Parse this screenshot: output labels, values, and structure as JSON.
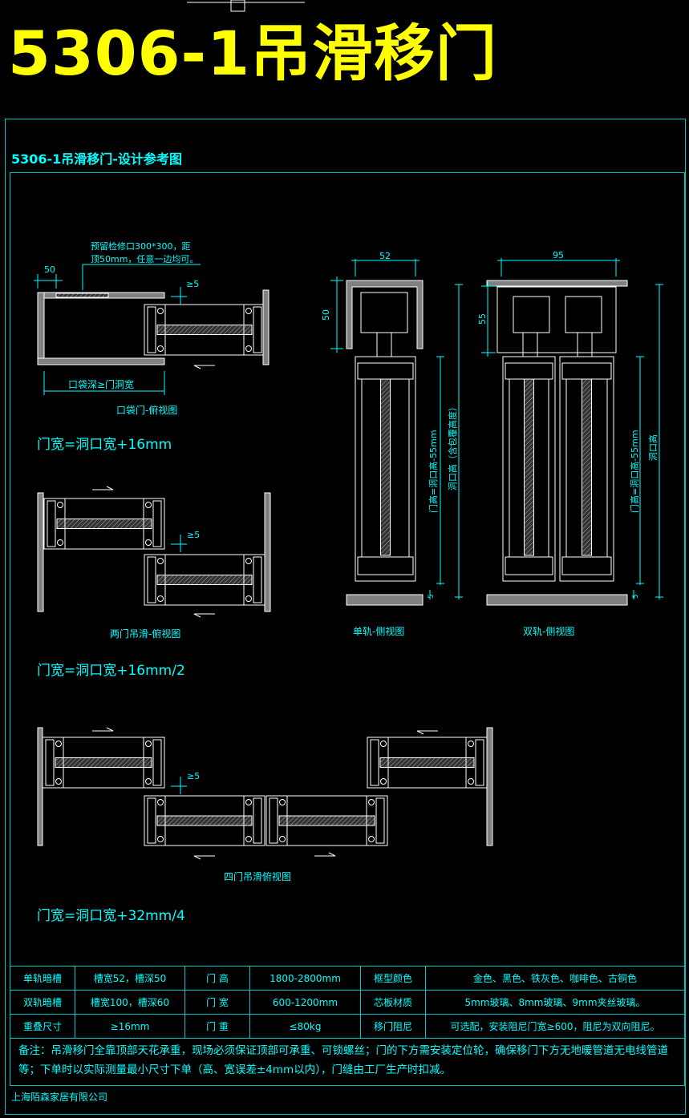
{
  "title": "5306-1吊滑移门",
  "subtitle": "5306-1吊滑移门-设计参考图",
  "pocket_view": {
    "note_line1": "预留检修口300*300，距",
    "note_line2": "顶50mm，任意一边均可。",
    "dim_50": "50",
    "gap": "≥5",
    "depth_label": "口袋深≥门洞宽",
    "caption": "口袋门-俯视图",
    "formula": "门宽=洞口宽+16mm"
  },
  "two_door_view": {
    "gap": "≥5",
    "caption": "两门吊滑-俯视图",
    "formula": "门宽=洞口宽+16mm/2"
  },
  "four_door_view": {
    "gap": "≥5",
    "caption": "四门吊滑俯视图",
    "formula": "门宽=洞口宽+32mm/4"
  },
  "single_rail_view": {
    "width": "52",
    "depth": "50",
    "door_height": "门高=洞口高-55mm",
    "opening_height": "洞口高（含包覆高度）",
    "bottom": "5",
    "caption": "单轨-侧视图"
  },
  "double_rail_view": {
    "width": "95",
    "depth": "55",
    "door_height": "门高=洞口高-55mm",
    "opening_height": "洞口高",
    "bottom": "5",
    "caption": "双轨-侧视图"
  },
  "spec_table": [
    [
      "单轨暗槽",
      "槽宽52，槽深50",
      "门  高",
      "1800-2800mm",
      "框型颜色",
      "金色、黑色、铁灰色、咖啡色、古铜色"
    ],
    [
      "双轨暗槽",
      "槽宽100，槽深60",
      "门  宽",
      "600-1200mm",
      "芯板材质",
      "5mm玻璃、8mm玻璃、9mm夹丝玻璃。"
    ],
    [
      "重叠尺寸",
      "≥16mm",
      "门  重",
      "≤80kg",
      "移门阻尼",
      "可选配，安装阻尼门宽≥600，阻尼为双向阻尼。"
    ]
  ],
  "notes": "备注：吊滑移门全靠顶部天花承重，现场必须保证顶部可承重、可锁螺丝；门的下方需安装定位轮，确保移门下方无地暖管道无电线管道等；下单时以实际测量最小尺寸下单（高、宽误差±4mm以内），门缝由工厂生产时扣减。",
  "company": "上海陌森家居有限公司",
  "colors": {
    "title": "#ffff00",
    "line": "#00ffff",
    "wall": "#808080",
    "panel": "#ffffff"
  }
}
